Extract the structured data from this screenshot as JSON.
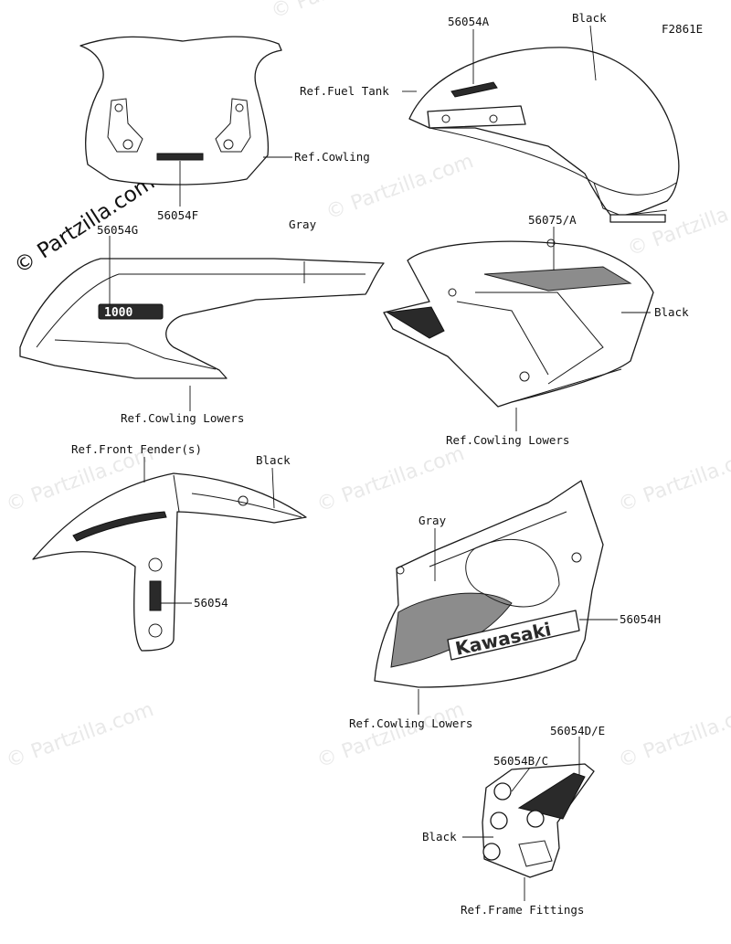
{
  "figure_code": "F2861E",
  "copyright": "© Partzilla.com",
  "watermark_text": "© Partzilla.com",
  "groups": {
    "windshield": {
      "part_label": "56054F",
      "ref_label": "Ref.Cowling"
    },
    "fuel_tank": {
      "part_label": "56054A",
      "color_label": "Black",
      "ref_label": "Ref.Fuel Tank"
    },
    "left_cowling": {
      "part_label": "56054G",
      "color_label": "Gray",
      "ref_label": "Ref.Cowling Lowers",
      "badge_text": "1000"
    },
    "right_cowling": {
      "part_label": "56075/A",
      "color_label": "Black",
      "ref_label": "Ref.Cowling Lowers"
    },
    "front_fender": {
      "part_label": "56054",
      "color_label": "Black",
      "ref_label": "Ref.Front Fender(s)"
    },
    "lower_cowling": {
      "part_label": "56054H",
      "color_label": "Gray",
      "ref_label": "Ref.Cowling Lowers",
      "logo_text": "Kawasaki"
    },
    "frame_fitting": {
      "part_label_a": "56054D/E",
      "part_label_b": "56054B/C",
      "color_label": "Black",
      "ref_label": "Ref.Frame Fittings"
    }
  },
  "colors": {
    "line": "#1a1a1a",
    "dark_fill": "#2a2a2a",
    "grey_fill": "#8c8c8c",
    "watermark": "#cfcfcf"
  }
}
